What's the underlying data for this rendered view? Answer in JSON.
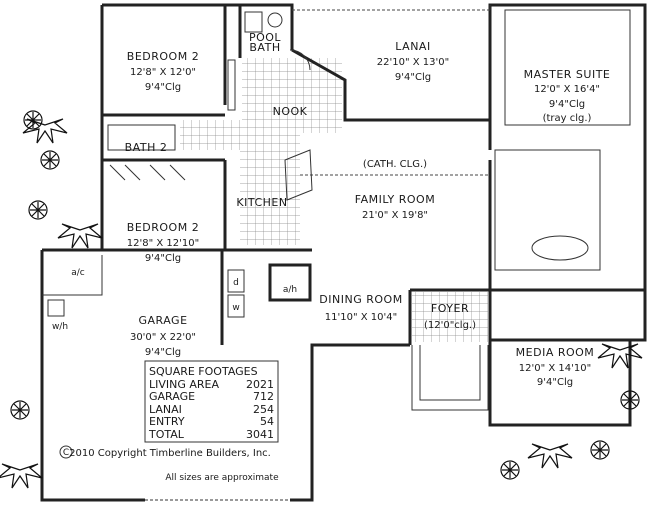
{
  "rooms": {
    "bedroom_top": {
      "name": "BEDROOM 2",
      "dims": "12'8\" X 12'0\"",
      "ceiling": "9'4\"Clg"
    },
    "pool_bath": {
      "line1": "POOL",
      "line2": "BATH"
    },
    "lanai": {
      "name": "LANAI",
      "dims": "22'10\" X 13'0\"",
      "ceiling": "9'4\"Clg"
    },
    "master_suite": {
      "name": "MASTER SUITE",
      "dims": "12'0\" X 16'4\"",
      "ceiling": "9'4\"Clg",
      "note": "(tray clg.)"
    },
    "nook": {
      "name": "NOOK"
    },
    "bath2": {
      "name": "BATH 2"
    },
    "family_room": {
      "note": "(CATH. CLG.)",
      "name": "FAMILY ROOM",
      "dims": "21'0\" X 19'8\""
    },
    "kitchen": {
      "name": "KITCHEN"
    },
    "bedroom_bottom": {
      "name": "BEDROOM 2",
      "dims": "12'8\" X 12'10\"",
      "ceiling": "9'4\"Clg"
    },
    "garage": {
      "name": "GARAGE",
      "dims": "30'0\" X 22'0\"",
      "ceiling": "9'4\"Clg"
    },
    "dining_room": {
      "name": "DINING ROOM",
      "dims": "11'10\" X 10'4\""
    },
    "foyer": {
      "name": "FOYER",
      "ceiling": "(12'0\"clg.)"
    },
    "media_room": {
      "name": "MEDIA ROOM",
      "dims": "12'0\" X 14'10\"",
      "ceiling": "9'4\"Clg"
    }
  },
  "fixtures": {
    "ac": "a/c",
    "wh": "w/h",
    "ah": "a/h",
    "dryer": "d",
    "washer": "w"
  },
  "square_footages": {
    "title": "SQUARE FOOTAGES",
    "rows": [
      {
        "label": "LIVING AREA",
        "value": "2021"
      },
      {
        "label": "GARAGE",
        "value": "712"
      },
      {
        "label": "LANAI",
        "value": "254"
      },
      {
        "label": "ENTRY",
        "value": "54"
      },
      {
        "label": "TOTAL",
        "value": "3041"
      }
    ]
  },
  "copyright": "2010 Copyright Timberline Builders, Inc.",
  "copyright_symbol": "C",
  "note": "All sizes are approximate"
}
